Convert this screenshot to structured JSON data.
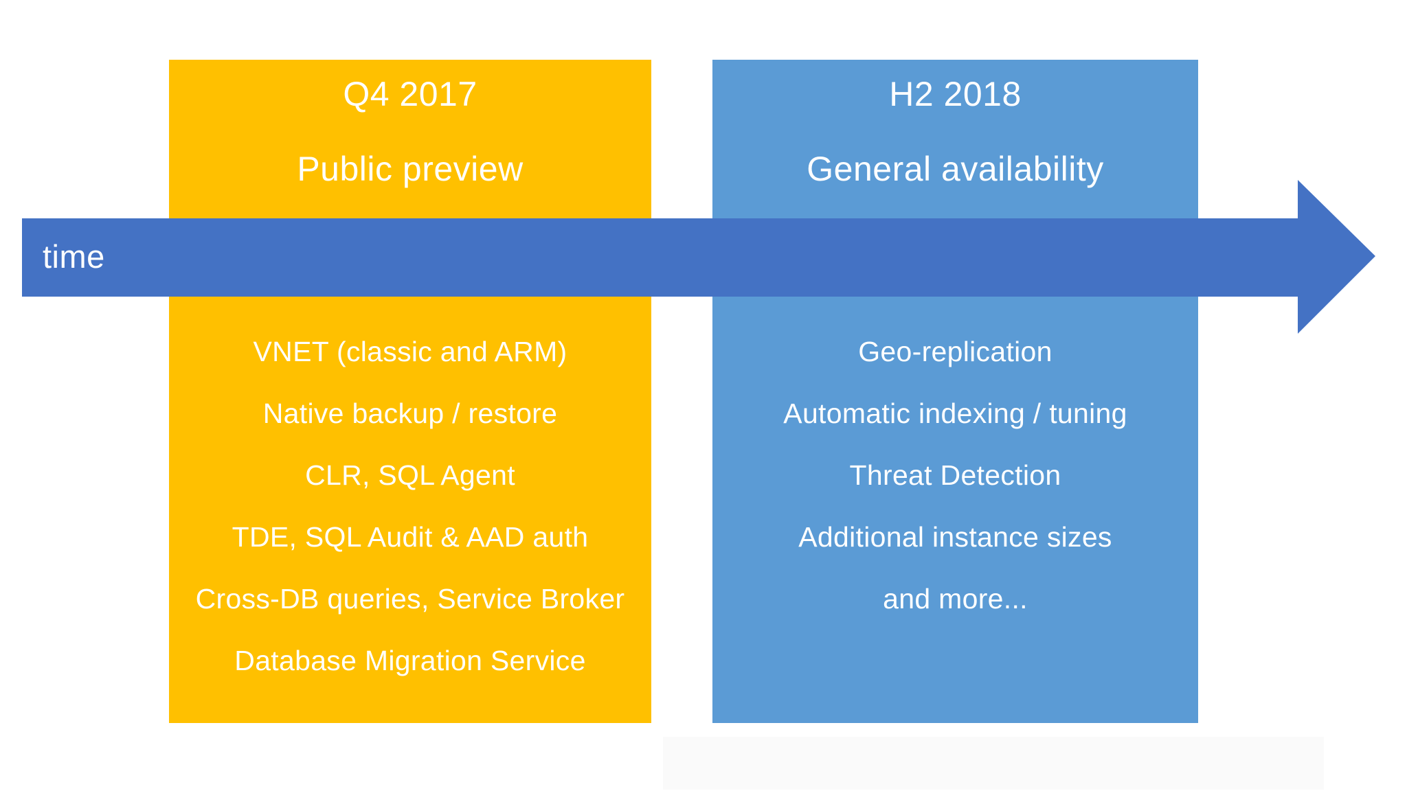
{
  "colors": {
    "panel_preview_bg": "#FFC000",
    "panel_ga_bg": "#5B9BD5",
    "arrow": "#4472C4",
    "text": "#FFFFFF"
  },
  "timeline": {
    "label": "time"
  },
  "columns": [
    {
      "id": "public-preview",
      "period": "Q4 2017",
      "title": "Public preview",
      "items": [
        "VNET (classic and ARM)",
        "Native backup / restore",
        "CLR, SQL Agent",
        "TDE, SQL Audit & AAD auth",
        "Cross-DB queries, Service Broker",
        "Database Migration Service"
      ]
    },
    {
      "id": "general-availability",
      "period": "H2 2018",
      "title": "General availability",
      "items": [
        "Geo-replication",
        "Automatic indexing / tuning",
        "Threat Detection",
        "Additional instance sizes",
        "and more..."
      ]
    }
  ]
}
